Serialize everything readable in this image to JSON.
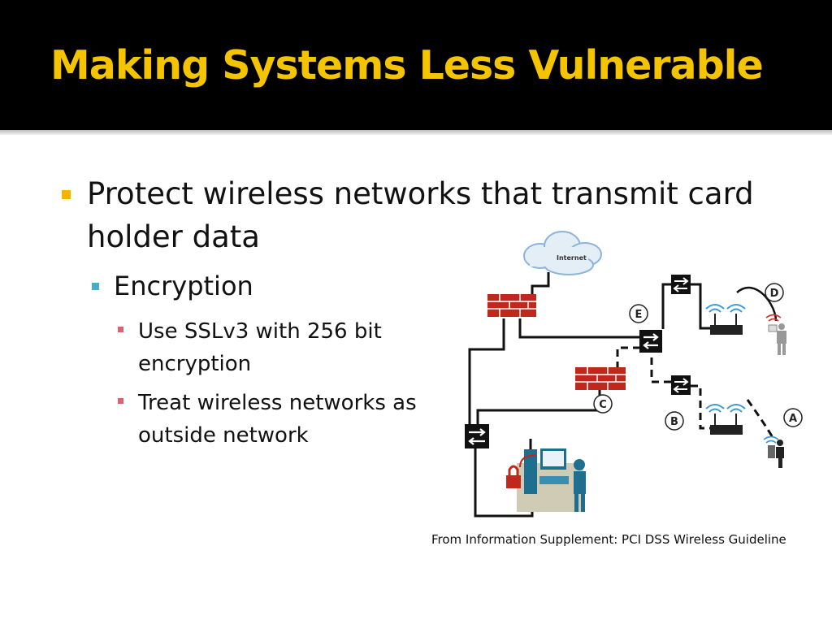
{
  "slide": {
    "title": "Making Systems Less Vulnerable",
    "bullet_1": "Protect wireless networks that transmit card holder data",
    "bullet_1_1": "Encryption",
    "bullet_1_1_1": "Use SSLv3 with 256 bit encryption",
    "bullet_1_1_2": "Treat wireless networks as outside network",
    "caption": "From Information Supplement: PCI DSS Wireless Guideline"
  },
  "diagram": {
    "cloud_label": "Internet",
    "callouts": [
      "A",
      "B",
      "C",
      "D",
      "E"
    ]
  },
  "colors": {
    "title": "#f4c400",
    "level1_bullet": "#f4b400",
    "level2_bullet": "#4bacc6",
    "level3_bullet": "#e06070",
    "firewall": "#c0281e"
  }
}
